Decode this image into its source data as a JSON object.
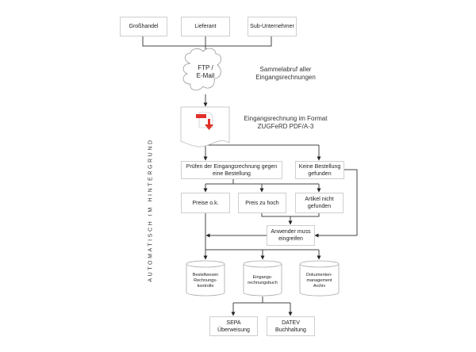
{
  "sources": [
    {
      "label": "Großhandel"
    },
    {
      "label": "Lieferant"
    },
    {
      "label": "Sub-Unternehmer"
    }
  ],
  "channel": {
    "label": "FTP /\nE-Mail",
    "note": "Sammelabruf aller\nEingangsrechnungen"
  },
  "document": {
    "icon_label": "PDF",
    "note": "Eingangsrechnung im Format\nZUGFeRD PDF/A-3"
  },
  "check": {
    "main": "Prüfen der Eingangsrechnung gegen\neine Bestellung",
    "no_order": "Keine Bestellung\ngefunden"
  },
  "results": [
    {
      "label": "Preise o.k."
    },
    {
      "label": "Preis zu hoch"
    },
    {
      "label": "Artikel nicht\ngefunden"
    }
  ],
  "intervention": {
    "label": "Anwender muss\neingreifen"
  },
  "databases": [
    {
      "label": "Bestellwesen\nRechnungs-\nkontrolle"
    },
    {
      "label": "Eingangs-\nrechnungsbuch"
    },
    {
      "label": "Dokumenten-\nmanagement\nArchiv"
    }
  ],
  "outputs": [
    {
      "label": "SEPA\nÜberweisung"
    },
    {
      "label": "DATEV\nBuchhaltung"
    }
  ],
  "side_label": "AUTOMATISCH IM HINTERGRUND",
  "colors": {
    "line": "#333333",
    "border": "#cfcfcf",
    "pdf_red": "#e0312a"
  }
}
